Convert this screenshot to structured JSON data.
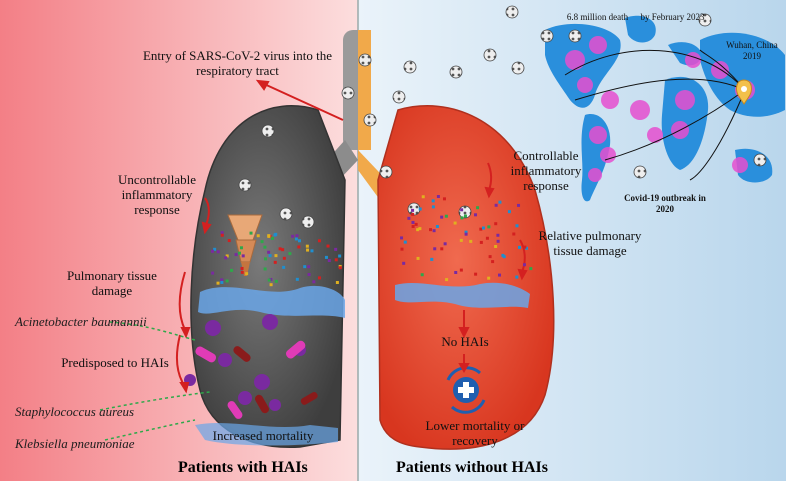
{
  "left_panel": {
    "title": "Patients with HAIs",
    "labels": {
      "entry": "Entry of SARS-CoV-2  virus into the respiratory tract",
      "uncontrollable": "Uncontrollable inflammatory response",
      "tissue_damage": "Pulmonary tissue damage",
      "predisposed": "Predisposed to HAIs",
      "mortality": "Increased mortality"
    },
    "pathogens": [
      "Acinetobacter baumannii",
      "Staphylococcus aureus",
      "Klebsiella pneumoniae"
    ]
  },
  "right_panel": {
    "title": "Patients without HAIs",
    "labels": {
      "controllable": "Controllable inflammatory response",
      "relative_damage": "Relative pulmonary tissue damage",
      "no_hais": "No HAIs",
      "lower_mortality": "Lower mortality or recovery"
    }
  },
  "map": {
    "deaths": "6.8 million death",
    "by_date": "by February 2023",
    "origin": "Wuhan, China 2019",
    "outbreak": "Covid-19 outbreak in 2020"
  },
  "colors": {
    "left_bg": "#f4a6a8",
    "right_bg": "#cfe3f2",
    "left_lung": "#5a5a5a",
    "right_lung": "#e8452f",
    "map_land": "#2a8fdc",
    "hotspot": "#e64fd0",
    "arrow": "#d42020"
  }
}
